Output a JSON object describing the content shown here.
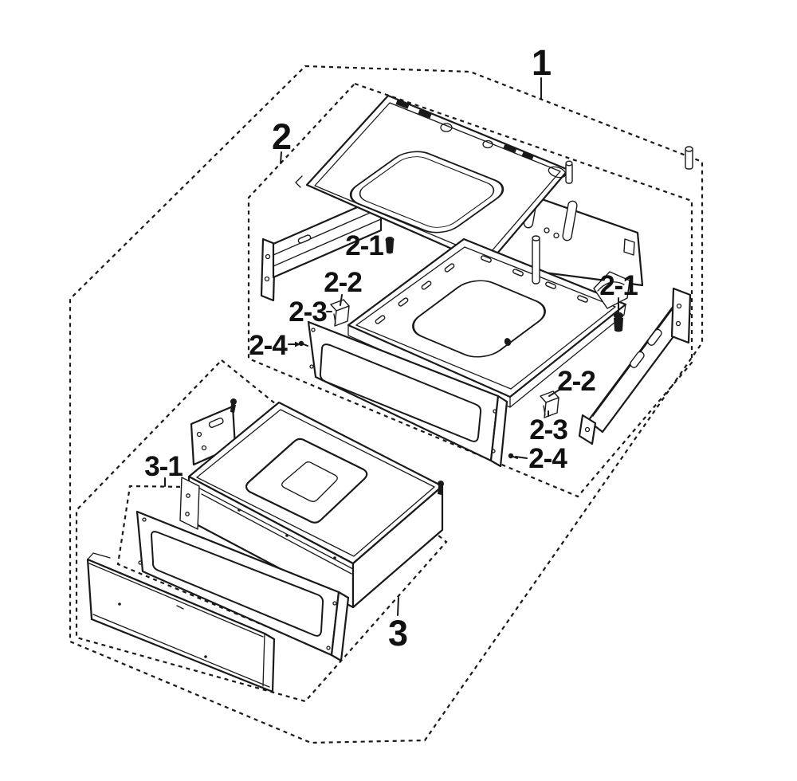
{
  "colors": {
    "background": "#ffffff",
    "ink": "#191919"
  },
  "diagram": {
    "type": "exploded-parts-diagram",
    "callouts": {
      "part_1": {
        "label": "1"
      },
      "part_2": {
        "label": "2"
      },
      "part_2_1_left": {
        "label": "2-1"
      },
      "part_2_1_right": {
        "label": "2-1"
      },
      "part_2_2_left": {
        "label": "2-2"
      },
      "part_2_2_right": {
        "label": "2-2"
      },
      "part_2_3_left": {
        "label": "2-3"
      },
      "part_2_3_right": {
        "label": "2-3"
      },
      "part_2_4_left": {
        "label": "2-4"
      },
      "part_2_4_right": {
        "label": "2-4"
      },
      "part_3": {
        "label": "3"
      },
      "part_3_1": {
        "label": "3-1"
      }
    }
  }
}
